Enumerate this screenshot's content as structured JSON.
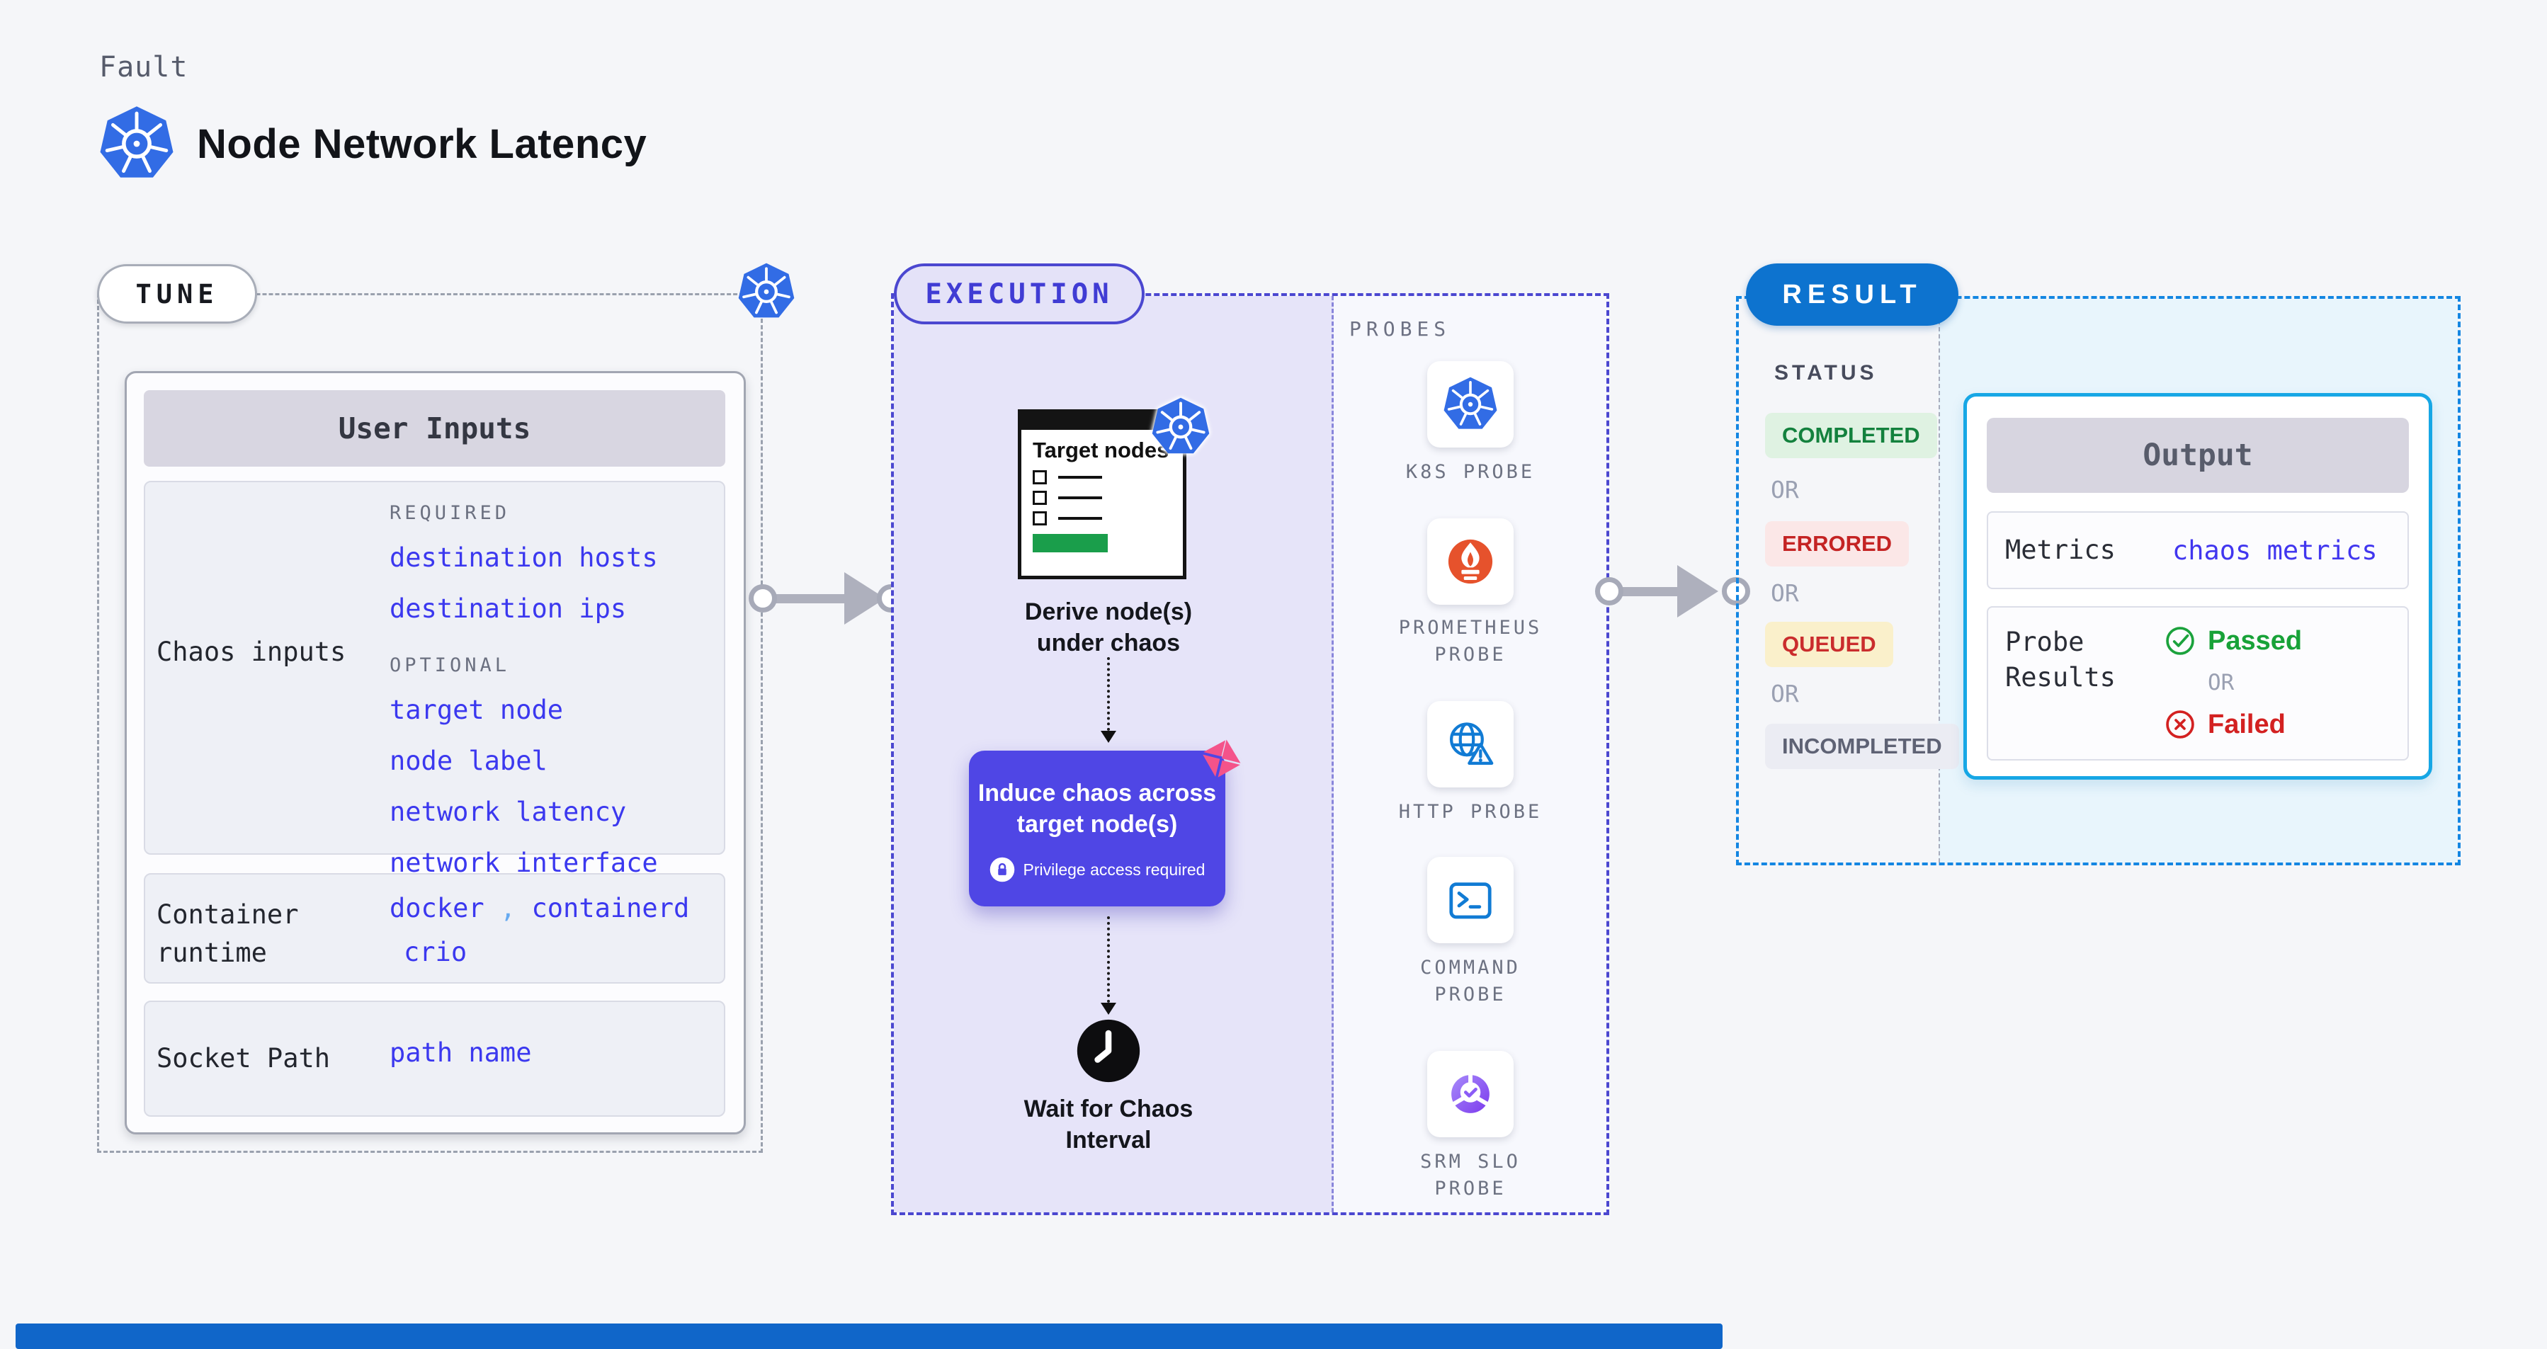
{
  "colors": {
    "page_bg": "#f5f6f9",
    "k8s_blue": "#326ce5",
    "link_blue": "#3b38ef",
    "exec_border": "#4b47d0",
    "exec_fill": "#e6e4f9",
    "induce_fill": "#4f46e5",
    "pink_badge": "#f4538a",
    "prometheus_orange": "#e6522c",
    "result_badge_blue": "#0d73cf",
    "result_border_blue": "#1486e2",
    "result_fill_cyan": "#e8f5fc",
    "output_border_cyan": "#17a7e5",
    "success_green": "#13813d",
    "error_red": "#c42323",
    "queued_bg": "#faf0cb",
    "footer_bar_blue": "#1066c9",
    "target_green": "#1a9e4b"
  },
  "header": {
    "kicker": "Fault",
    "title": "Node Network Latency"
  },
  "tune": {
    "badge": "TUNE",
    "panel_title": "User Inputs",
    "chaos_inputs": {
      "label": "Chaos inputs",
      "required_heading": "REQUIRED",
      "required": [
        "destination hosts",
        "destination ips"
      ],
      "optional_heading": "OPTIONAL",
      "optional": [
        "target node",
        "node label",
        "network latency",
        "network interface"
      ]
    },
    "container_runtime": {
      "label": "Container runtime",
      "value_1": "docker",
      "separator": ",",
      "value_2": "containerd",
      "value_3": "crio"
    },
    "socket_path": {
      "label": "Socket Path",
      "value": "path name"
    }
  },
  "execution": {
    "badge": "EXECUTION",
    "target_nodes_title": "Target nodes",
    "derive_label": "Derive node(s) under chaos",
    "induce_label": "Induce chaos across target node(s)",
    "privilege_label": "Privilege access required",
    "wait_label": "Wait for Chaos Interval",
    "probes": {
      "heading": "PROBES",
      "items": [
        {
          "icon": "kubernetes-icon",
          "label": "K8S PROBE"
        },
        {
          "icon": "prometheus-icon",
          "label": "PROMETHEUS PROBE"
        },
        {
          "icon": "http-probe-icon",
          "label": "HTTP PROBE"
        },
        {
          "icon": "command-probe-icon",
          "label": "COMMAND PROBE"
        },
        {
          "icon": "srm-slo-probe-icon",
          "label": "SRM SLO PROBE"
        }
      ]
    }
  },
  "result": {
    "badge": "RESULT",
    "status_heading": "STATUS",
    "or": "OR",
    "statuses": [
      {
        "label": "COMPLETED",
        "type": "success"
      },
      {
        "label": "ERRORED",
        "type": "error"
      },
      {
        "label": "QUEUED",
        "type": "warning"
      },
      {
        "label": "INCOMPLETED",
        "type": "neutral"
      }
    ],
    "output": {
      "title": "Output",
      "metrics_label": "Metrics",
      "metrics_value": "chaos metrics",
      "probe_results_label": "Probe Results",
      "passed_label": "Passed",
      "failed_label": "Failed"
    }
  }
}
